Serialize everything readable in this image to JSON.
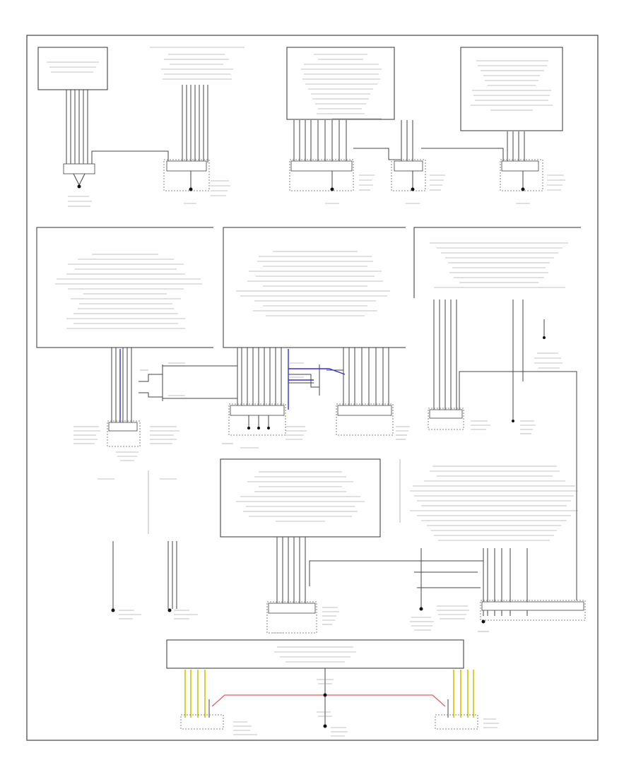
{
  "diagram": {
    "page_code": "",
    "components": [
      {
        "id": "top-left-module"
      },
      {
        "id": "top-left-connector-group"
      },
      {
        "id": "top-center-left-label"
      },
      {
        "id": "top-center-module"
      },
      {
        "id": "top-right-module"
      },
      {
        "id": "mid-left-module"
      },
      {
        "id": "mid-center-module"
      },
      {
        "id": "mid-right-module"
      },
      {
        "id": "lower-center-module"
      },
      {
        "id": "lower-right-label"
      },
      {
        "id": "bottom-junction-block"
      }
    ],
    "grounds": [
      "g1",
      "g2",
      "g3",
      "g4",
      "g5",
      "g6",
      "g7",
      "g8",
      "g9",
      "g10"
    ]
  }
}
